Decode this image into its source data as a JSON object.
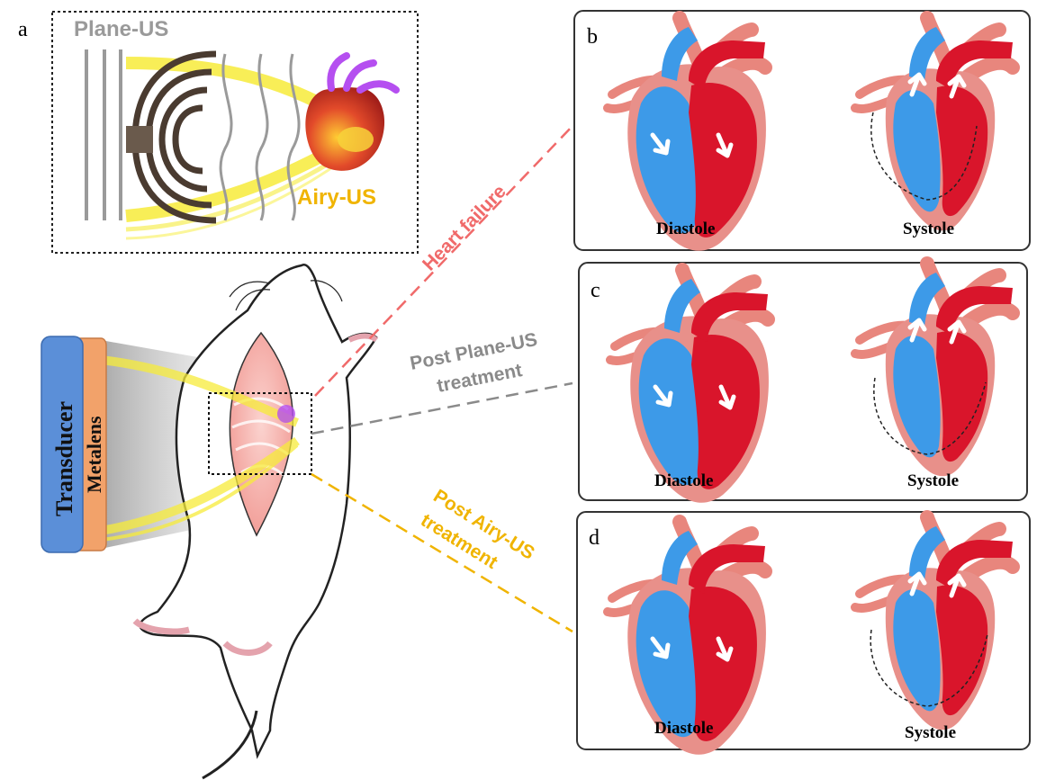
{
  "panel_a": {
    "letter": "a",
    "plane_us_label": "Plane-US",
    "airy_us_label": "Airy-US"
  },
  "device": {
    "transducer_label": "Transducer",
    "metalens_label": "Metalens"
  },
  "connectors": {
    "heart_failure": "Heart failure",
    "post_plane_line1": "Post Plane-US",
    "post_plane_line2": "treatment",
    "post_airy_line1": "Post Airy-US",
    "post_airy_line2": "treatment"
  },
  "panels": [
    {
      "letter": "b",
      "diastole_label": "Diastole",
      "systole_label": "Systole"
    },
    {
      "letter": "c",
      "diastole_label": "Diastole",
      "systole_label": "Systole"
    },
    {
      "letter": "d",
      "diastole_label": "Diastole",
      "systole_label": "Systole"
    }
  ],
  "colors": {
    "heart_failure": "#f06a6a",
    "plane_us": "#8a8a8a",
    "airy_us": "#f0b400",
    "left_ventricle": "#d9152b",
    "right_ventricle": "#3d9ae8",
    "heart_outline": "#e89088",
    "beam_yellow": "#f7ec3a",
    "transducer": "#5b8fd8",
    "metalens": "#f2a26a"
  }
}
